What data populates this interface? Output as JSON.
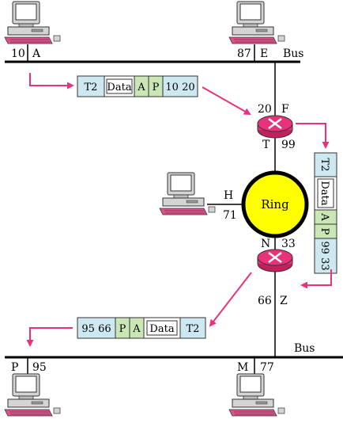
{
  "buses": {
    "top_label": "Bus",
    "bottom_label": "Bus"
  },
  "stations": {
    "A": {
      "letter": "A",
      "addr": "10"
    },
    "E": {
      "letter": "E",
      "addr": "87"
    },
    "H": {
      "letter": "H",
      "addr": "71"
    },
    "P": {
      "letter": "P",
      "addr": "95"
    },
    "M": {
      "letter": "M",
      "addr": "77"
    }
  },
  "router_top": {
    "upper_letter": "F",
    "upper_addr": "20",
    "lower_letter": "T",
    "lower_addr": "99"
  },
  "router_bottom": {
    "upper_letter": "N",
    "upper_addr": "33",
    "lower_letter": "Z",
    "lower_addr": "66"
  },
  "ring": {
    "label": "Ring"
  },
  "frame1": {
    "trailer": "T2",
    "data": "Data",
    "net_src": "A",
    "net_dst": "P",
    "link_addrs": "10 20"
  },
  "frame2": {
    "trailer": "T2",
    "data": "Data",
    "net_src": "A",
    "net_dst": "P",
    "link_addrs": "99 33"
  },
  "frame3": {
    "link_addrs": "95 66",
    "net_dst": "P",
    "net_src": "A",
    "data": "Data",
    "trailer": "T2"
  },
  "colors": {
    "arrow": "#e8327a",
    "router": "#e8327a",
    "ring_fill": "#ffff00",
    "frame_blue": "#cde8f0",
    "frame_green": "#c9e6b4",
    "computer_body": "#c8c8c8",
    "keyboard": "#e0508a"
  }
}
